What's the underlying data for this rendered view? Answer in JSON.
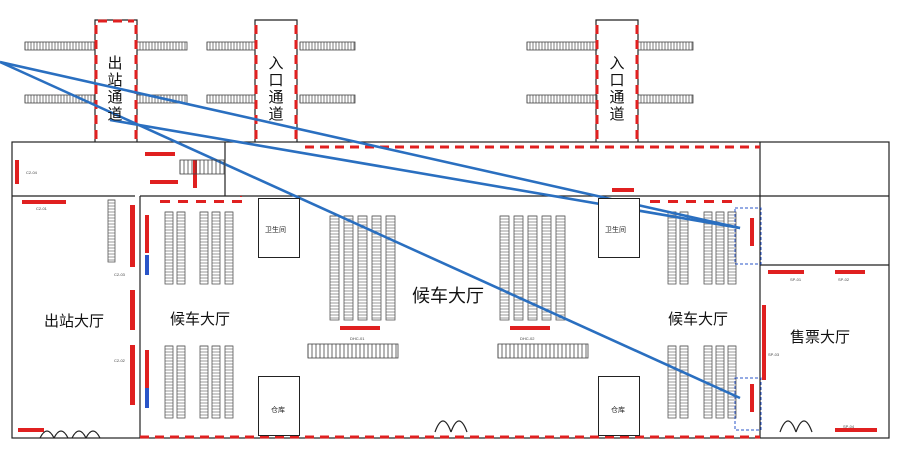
{
  "labels": {
    "exit_passage": "出站通道",
    "entrance_passage": "入口通道",
    "exit_hall": "出站大厅",
    "waiting_hall_main": "候车大厅",
    "waiting_hall_left": "候车大厅",
    "waiting_hall_right": "候车大厅",
    "ticket_hall": "售票大厅",
    "restroom": "卫生间",
    "storage": "仓库"
  },
  "codes": {
    "sp01": "SP-01",
    "sp02": "SP-02",
    "sp03": "SP-03",
    "sp04": "SP-04",
    "hc01": "DHC-01",
    "hc02": "DHC-02",
    "c204": "C2-04",
    "c201": "C2-01",
    "c203": "C2-03",
    "c202": "C2-02"
  },
  "colors": {
    "wall": "#222222",
    "camera_marker": "#e02020",
    "camera_marker_alt": "#2a55c8",
    "sight_line": "#2a6fc0",
    "seat": "#555555"
  }
}
